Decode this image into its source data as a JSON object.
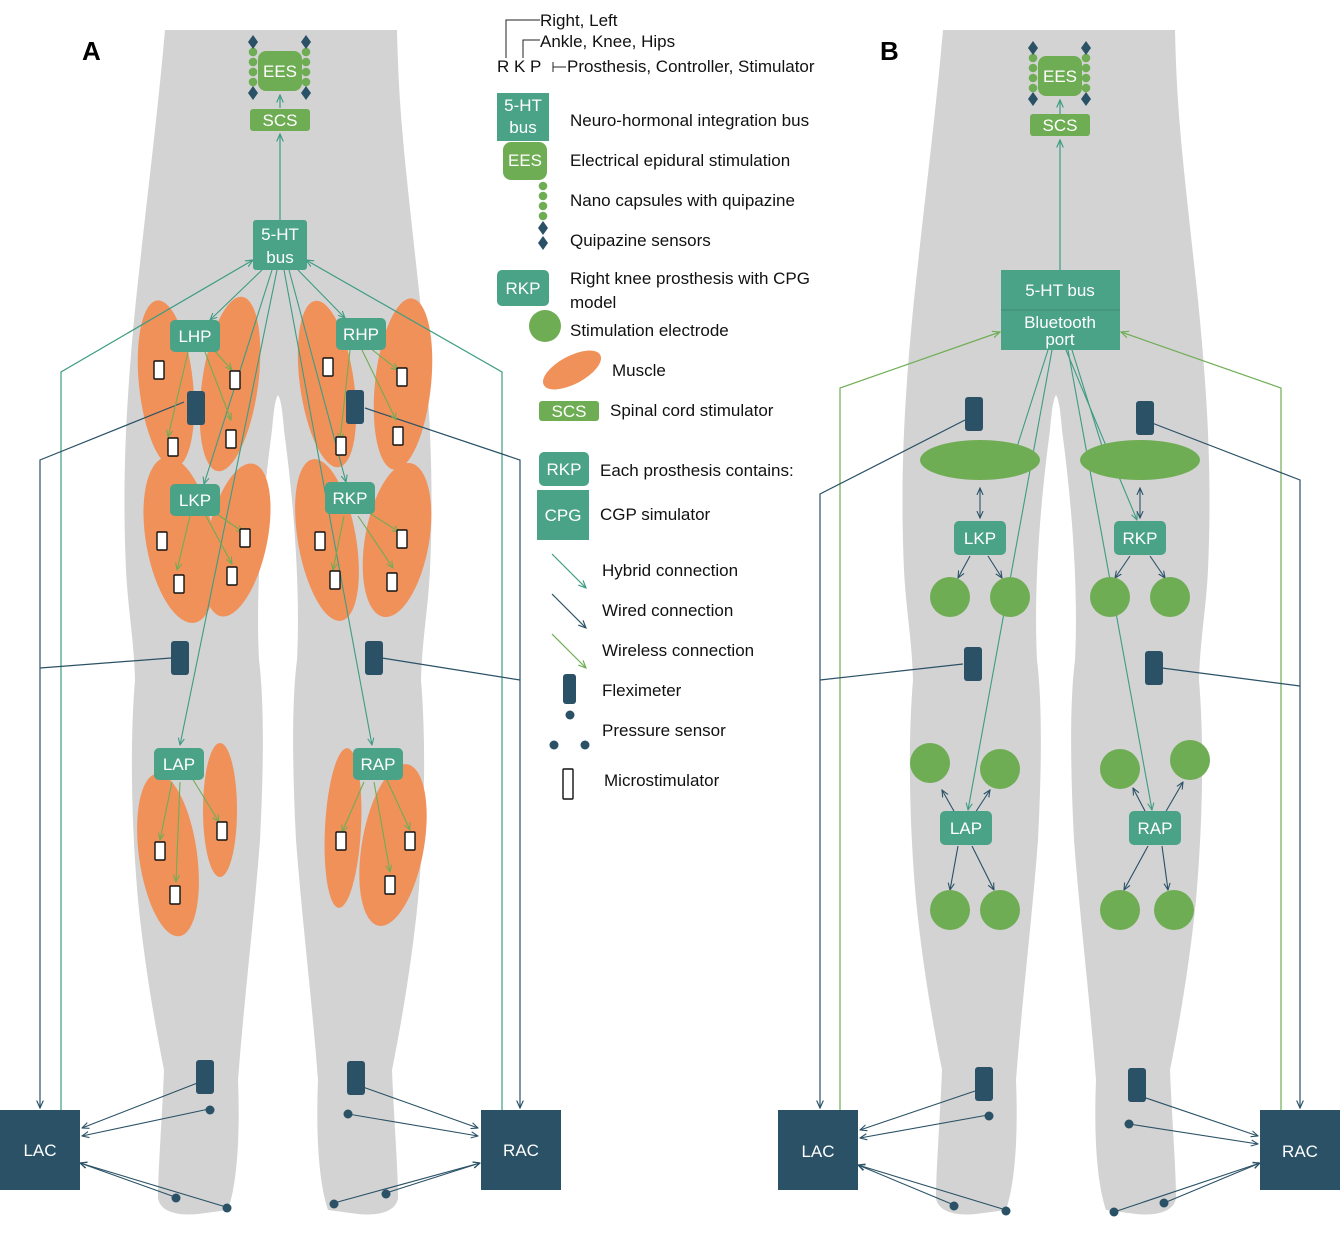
{
  "colors": {
    "body": "#d3d3d3",
    "teal": "#4aa287",
    "teal_line": "#3d9c82",
    "dark": "#2a5166",
    "green": "#6fad54",
    "muscle": "#f0915a",
    "white": "#ffffff"
  },
  "panel_a": {
    "heading": "A",
    "ees": "EES",
    "scs": "SCS",
    "bus": [
      "5-HT",
      "bus"
    ],
    "lhp": "LHP",
    "rhp": "RHP",
    "lkp": "LKP",
    "rkp": "RKP",
    "lap": "LAP",
    "rap": "RAP",
    "lac": "LAC",
    "rac": "RAC"
  },
  "panel_b": {
    "heading": "B",
    "ees": "EES",
    "scs": "SCS",
    "bus_top": "5-HT bus",
    "bus_bottom": [
      "Bluetooth",
      "port"
    ],
    "lkp": "LKP",
    "rkp": "RKP",
    "lap": "LAP",
    "rap": "RAP",
    "lac": "LAC",
    "rac": "RAC"
  },
  "legend": {
    "abbr_line1": "Right, Left",
    "abbr_line2": "Ankle, Knee, Hips",
    "abbr_letters": "R K P",
    "abbr_line3": "Prosthesis, Controller, Stimulator",
    "bus_box": [
      "5-HT",
      "bus"
    ],
    "bus_text": "Neuro-hormonal integration bus",
    "ees_box": "EES",
    "ees_text": "Electrical epidural stimulation",
    "nano_text": "Nano capsules with quipazine",
    "sensor_text": "Quipazine sensors",
    "rkp_box": "RKP",
    "rkp_text": [
      "Right knee prosthesis with CPG",
      "model"
    ],
    "electrode_text": "Stimulation electrode",
    "muscle_text": "Muscle",
    "scs_box": "SCS",
    "scs_text": "Spinal cord stimulator",
    "contains_box": "RKP",
    "contains_text": "Each prosthesis contains:",
    "cpg_box": "CPG",
    "cpg_text": "CGP simulator",
    "hybrid_text": "Hybrid connection",
    "wired_text": "Wired connection",
    "wireless_text": "Wireless connection",
    "flex_text": "Fleximeter",
    "pressure_text": "Pressure sensor",
    "micro_text": "Microstimulator"
  }
}
